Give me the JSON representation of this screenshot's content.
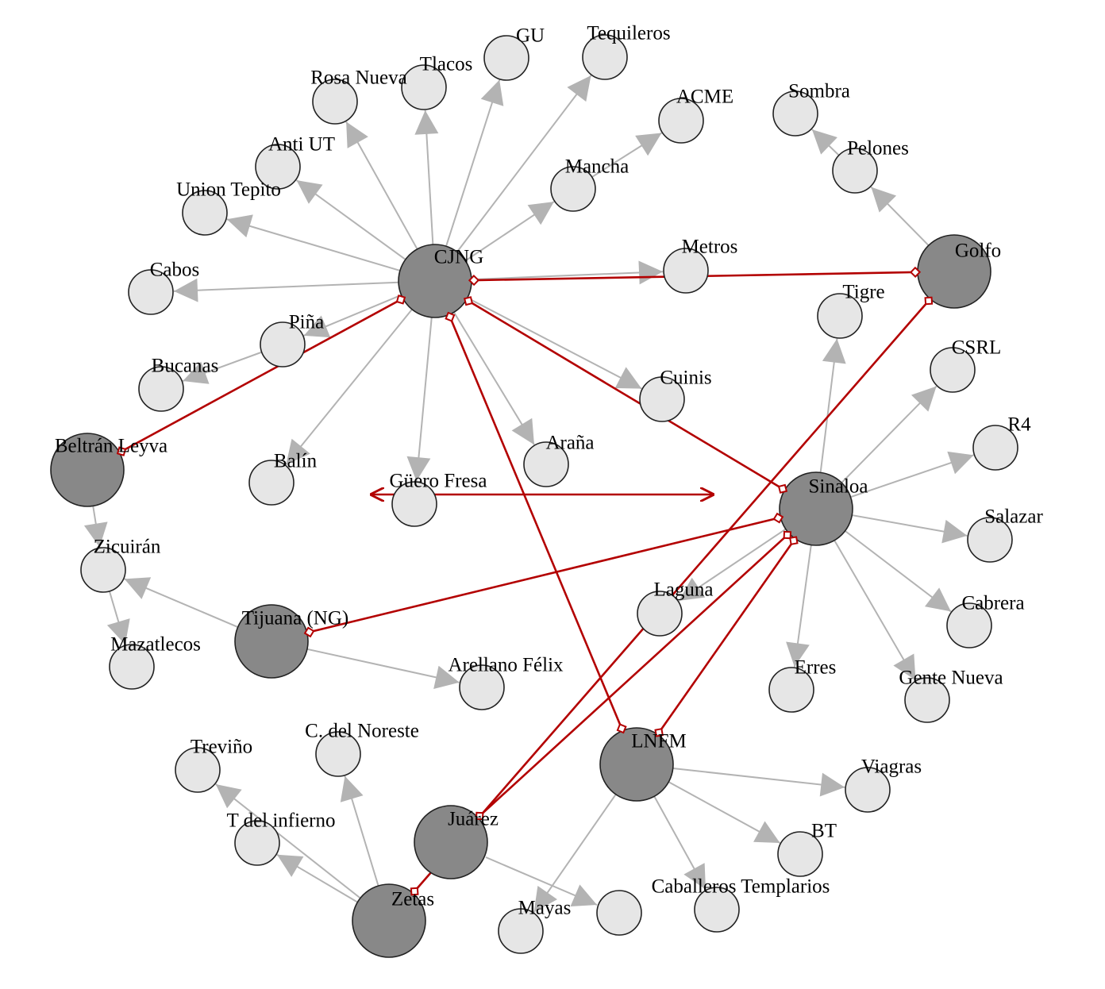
{
  "nodes": [
    {
      "id": "CJNG",
      "label": "CJNG",
      "kind": "big"
    },
    {
      "id": "Golfo",
      "label": "Golfo",
      "kind": "big"
    },
    {
      "id": "Sinaloa",
      "label": "Sinaloa",
      "kind": "big"
    },
    {
      "id": "BeltranLeyva",
      "label": "Beltrán Leyva",
      "kind": "big"
    },
    {
      "id": "Tijuana",
      "label": "Tijuana (NG)",
      "kind": "big"
    },
    {
      "id": "LNFM",
      "label": "LNFM",
      "kind": "big"
    },
    {
      "id": "Juarez",
      "label": "Juárez",
      "kind": "big"
    },
    {
      "id": "Zetas",
      "label": "Zetas",
      "kind": "big"
    },
    {
      "id": "GU",
      "label": "GU",
      "kind": "small"
    },
    {
      "id": "Tequileros",
      "label": "Tequileros",
      "kind": "small"
    },
    {
      "id": "Tlacos",
      "label": "Tlacos",
      "kind": "small"
    },
    {
      "id": "RosaNueva",
      "label": "Rosa Nueva",
      "kind": "small"
    },
    {
      "id": "ACME",
      "label": "ACME",
      "kind": "small"
    },
    {
      "id": "Sombra",
      "label": "Sombra",
      "kind": "small"
    },
    {
      "id": "AntiUT",
      "label": "Anti UT",
      "kind": "small"
    },
    {
      "id": "Pelones",
      "label": "Pelones",
      "kind": "small"
    },
    {
      "id": "Mancha",
      "label": "Mancha",
      "kind": "small"
    },
    {
      "id": "UnionTepito",
      "label": "Union Tepito",
      "kind": "small"
    },
    {
      "id": "Metros",
      "label": "Metros",
      "kind": "small"
    },
    {
      "id": "Cabos",
      "label": "Cabos",
      "kind": "small"
    },
    {
      "id": "Tigre",
      "label": "Tigre",
      "kind": "small"
    },
    {
      "id": "Pina",
      "label": "Piña",
      "kind": "small"
    },
    {
      "id": "CSRL",
      "label": "CSRL",
      "kind": "small"
    },
    {
      "id": "Bucanas",
      "label": "Bucanas",
      "kind": "small"
    },
    {
      "id": "Cuinis",
      "label": "Cuinis",
      "kind": "small"
    },
    {
      "id": "R4",
      "label": "R4",
      "kind": "small"
    },
    {
      "id": "Arana",
      "label": "Araña",
      "kind": "small"
    },
    {
      "id": "Balin",
      "label": "Balín",
      "kind": "small"
    },
    {
      "id": "GueroFresa",
      "label": "Güero Fresa",
      "kind": "small"
    },
    {
      "id": "Salazar",
      "label": "Salazar",
      "kind": "small"
    },
    {
      "id": "Zicuiran",
      "label": "Zicuirán",
      "kind": "small"
    },
    {
      "id": "Laguna",
      "label": "Laguna",
      "kind": "small"
    },
    {
      "id": "Cabrera",
      "label": "Cabrera",
      "kind": "small"
    },
    {
      "id": "Mazatlecos",
      "label": "Mazatlecos",
      "kind": "small"
    },
    {
      "id": "ArellanoFelix",
      "label": "Arellano Félix",
      "kind": "small"
    },
    {
      "id": "Erres",
      "label": "Erres",
      "kind": "small"
    },
    {
      "id": "GenteNueva",
      "label": "Gente Nueva",
      "kind": "small"
    },
    {
      "id": "CdelNoreste",
      "label": "C. del Noreste",
      "kind": "small"
    },
    {
      "id": "Trevino",
      "label": "Treviño",
      "kind": "small"
    },
    {
      "id": "Viagras",
      "label": "Viagras",
      "kind": "small"
    },
    {
      "id": "TdelInfierno",
      "label": "T del infierno",
      "kind": "small"
    },
    {
      "id": "BT",
      "label": "BT",
      "kind": "small"
    },
    {
      "id": "CaballerosTemplarios",
      "label": "Caballeros Templarios",
      "kind": "small"
    },
    {
      "id": "Mayas",
      "label": "Mayas",
      "kind": "small"
    }
  ],
  "gray_edges": [
    [
      "CJNG",
      "GU"
    ],
    [
      "CJNG",
      "Tequileros"
    ],
    [
      "CJNG",
      "Tlacos"
    ],
    [
      "CJNG",
      "RosaNueva"
    ],
    [
      "CJNG",
      "AntiUT"
    ],
    [
      "CJNG",
      "UnionTepito"
    ],
    [
      "CJNG",
      "Cabos"
    ],
    [
      "CJNG",
      "Pina"
    ],
    [
      "CJNG",
      "Balin"
    ],
    [
      "CJNG",
      "GueroFresa"
    ],
    [
      "CJNG",
      "Arana"
    ],
    [
      "CJNG",
      "Cuinis"
    ],
    [
      "CJNG",
      "Metros"
    ],
    [
      "CJNG",
      "Mancha"
    ],
    [
      "Pina",
      "Bucanas"
    ],
    [
      "Mancha",
      "ACME"
    ],
    [
      "Golfo",
      "Pelones"
    ],
    [
      "Pelones",
      "Sombra"
    ],
    [
      "Sinaloa",
      "Tigre"
    ],
    [
      "Sinaloa",
      "CSRL"
    ],
    [
      "Sinaloa",
      "R4"
    ],
    [
      "Sinaloa",
      "Salazar"
    ],
    [
      "Sinaloa",
      "Cabrera"
    ],
    [
      "Sinaloa",
      "GenteNueva"
    ],
    [
      "Sinaloa",
      "Erres"
    ],
    [
      "Sinaloa",
      "Laguna"
    ],
    [
      "BeltranLeyva",
      "Zicuiran"
    ],
    [
      "Zicuiran",
      "Mazatlecos"
    ],
    [
      "Tijuana",
      "Zicuiran"
    ],
    [
      "Tijuana",
      "ArellanoFelix"
    ],
    [
      "LNFM",
      "Viagras"
    ],
    [
      "LNFM",
      "BT"
    ],
    [
      "LNFM",
      "CaballerosTemplarios"
    ],
    [
      "LNFM",
      "Mayas"
    ],
    [
      "Juarez",
      "Unnamed"
    ],
    [
      "Zetas",
      "CdelNoreste"
    ],
    [
      "Zetas",
      "Trevino"
    ],
    [
      "Zetas",
      "TdelInfierno"
    ]
  ],
  "red_edges": [
    [
      "Golfo",
      "CJNG"
    ],
    [
      "CJNG",
      "BeltranLeyva"
    ],
    [
      "CJNG",
      "Sinaloa"
    ],
    [
      "CJNG",
      "LNFM"
    ],
    [
      "Golfo",
      "Zetas"
    ],
    [
      "Sinaloa",
      "Tijuana"
    ],
    [
      "Sinaloa",
      "Juarez"
    ],
    [
      "Sinaloa",
      "LNFM"
    ]
  ],
  "colors": {
    "big_node": "#888888",
    "small_node": "#e6e6e6",
    "gray_edge": "#b3b3b3",
    "red_edge": "#b30000"
  }
}
